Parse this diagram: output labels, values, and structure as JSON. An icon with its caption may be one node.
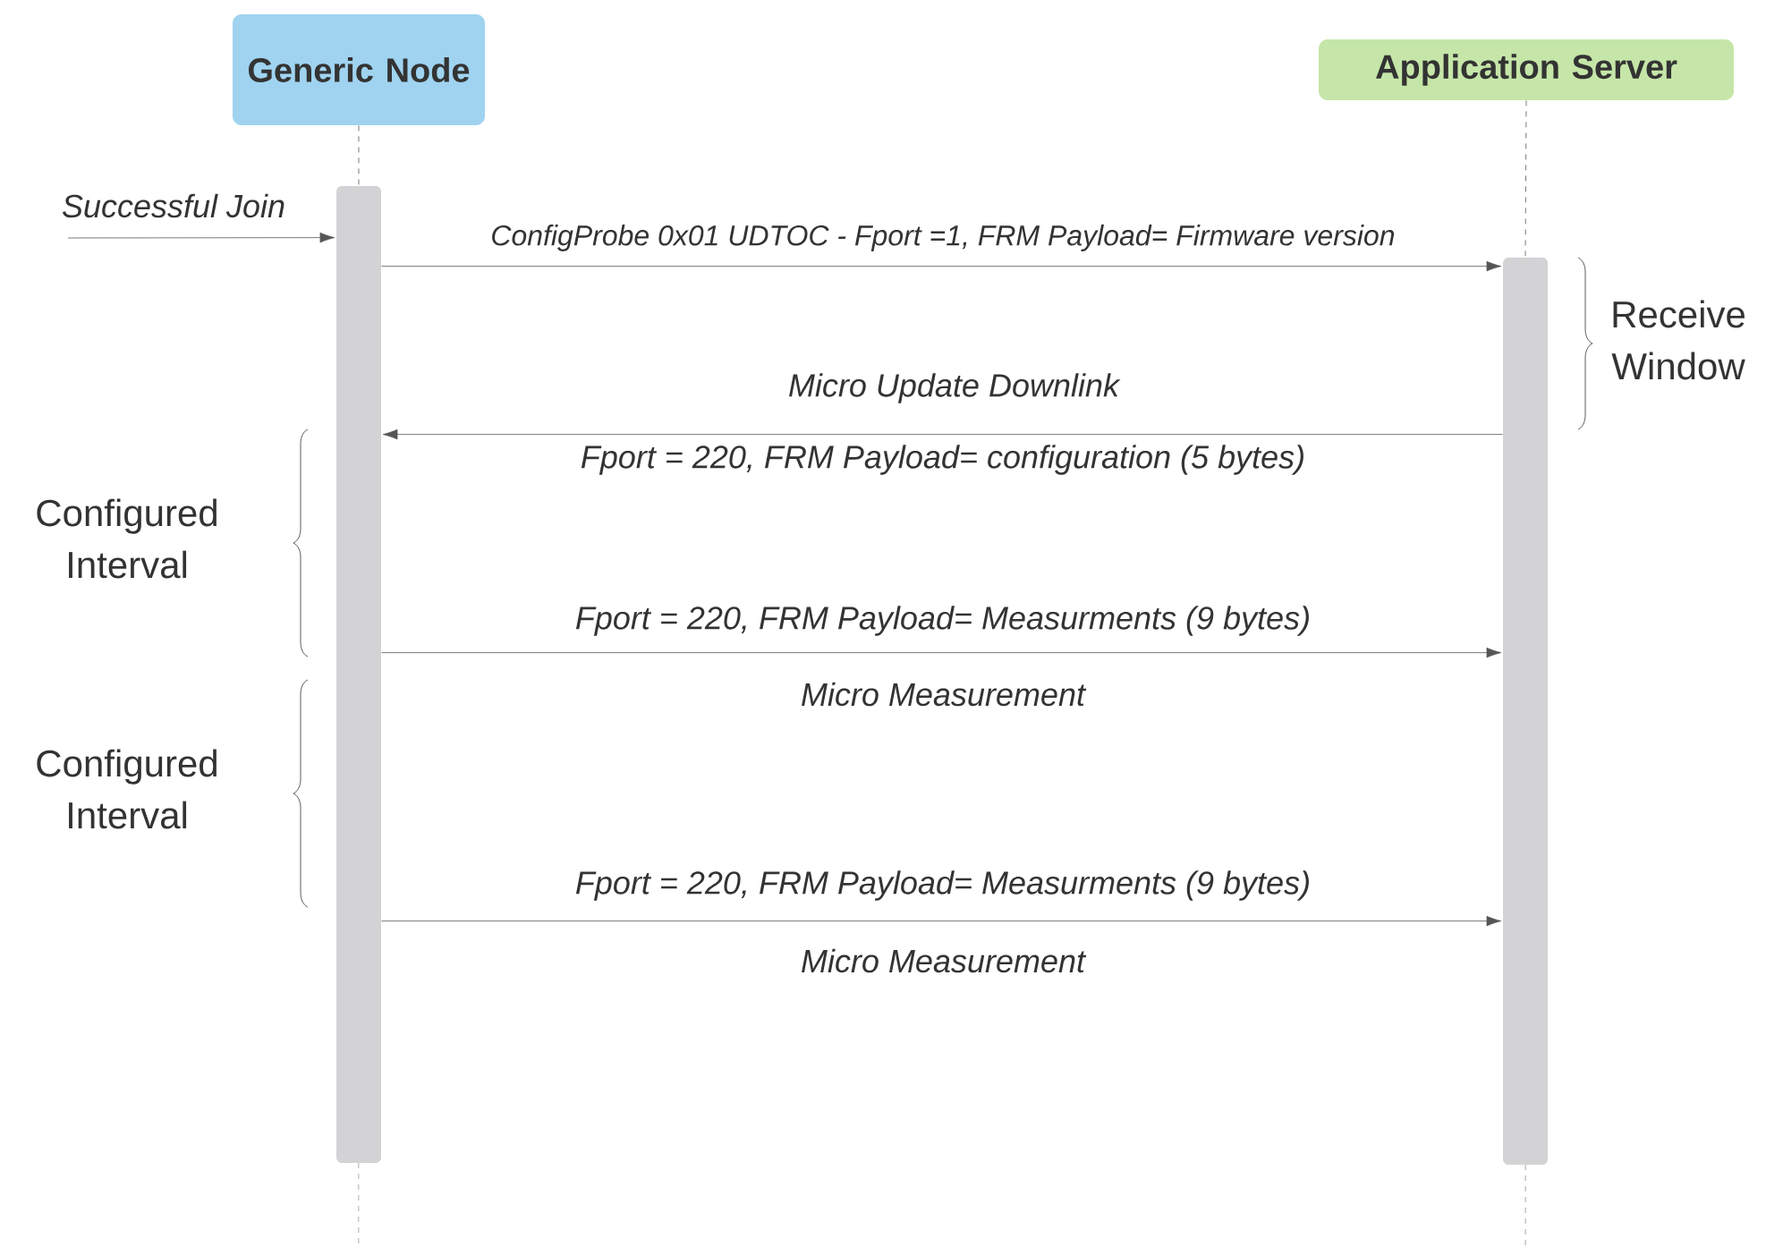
{
  "diagram": {
    "nodes": [
      {
        "text": [
          "Generic Node"
        ]
      },
      {
        "text": [
          "Application Server"
        ]
      },
      {
        "text": [],
        "shape": "bar"
      },
      {
        "text": [],
        "shape": "bar"
      }
    ],
    "edges": [
      {
        "from": 0,
        "to": 2,
        "arrow": "none",
        "style": "dashed"
      },
      {
        "from": 1,
        "to": 3,
        "arrow": "none",
        "style": "dashed"
      },
      {
        "from": null,
        "to": 2,
        "arrow": "to",
        "label": "Successful Join"
      },
      {
        "from": 2,
        "to": 3,
        "arrow": "to",
        "label": "ConfigProbe 0x01 UDTOC - Fport =1, FRM Payload= Firmware version"
      },
      {
        "from": 3,
        "to": 2,
        "arrow": "to",
        "label": "Micro Update Downlink"
      },
      {
        "from": 2,
        "to": 3,
        "arrow": "to",
        "label": "Fport = 220, FRM Payload= Measurments (9 bytes)"
      },
      {
        "from": 2,
        "to": 3,
        "arrow": "to",
        "label": "Fport = 220, FRM Payload= Measurments (9 bytes)"
      }
    ],
    "labels": [
      "Receive Window",
      "Fport = 220, FRM Payload= configuration (5 bytes)",
      "Configured Interval",
      "Micro Measurement",
      "Configured Interval",
      "Micro Measurement"
    ]
  }
}
